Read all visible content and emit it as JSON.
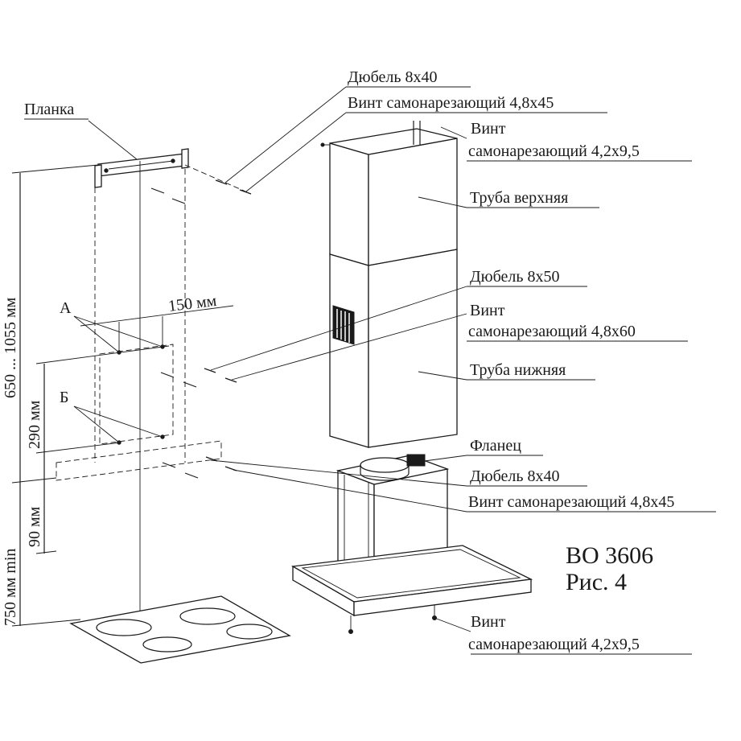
{
  "labels": {
    "planka": "Планка",
    "dyubel_8x40_top": "Дюбель 8х40",
    "vint_4_8x45_top": "Винт самонарезающий 4,8х45",
    "vint_top_1": "Винт",
    "vint_top_2": "самонарезающий 4,2х9,5",
    "truba_verhnyaya": "Труба верхняя",
    "dyubel_8x50": "Дюбель 8х50",
    "vint_mid_1": "Винт",
    "vint_mid_2": "самонарезающий 4,8х60",
    "truba_nizhnyaya": "Труба нижняя",
    "flanets": "Фланец",
    "dyubel_8x40_bottom": "Дюбель 8х40",
    "vint_4_8x45_bottom": "Винт самонарезающий 4,8х45",
    "vint_bottom_1": "Винт",
    "vint_bottom_2": "самонарезающий 4,2х9,5",
    "point_a": "А",
    "point_b": "Б"
  },
  "dimensions": {
    "width_150": "150 мм",
    "height_650_1055": "650 ... 1055 мм",
    "height_290": "290 мм",
    "height_90": "90 мм",
    "height_750": "750 мм min"
  },
  "model": {
    "name": "ВО 3606",
    "figure": "Рис. 4"
  }
}
